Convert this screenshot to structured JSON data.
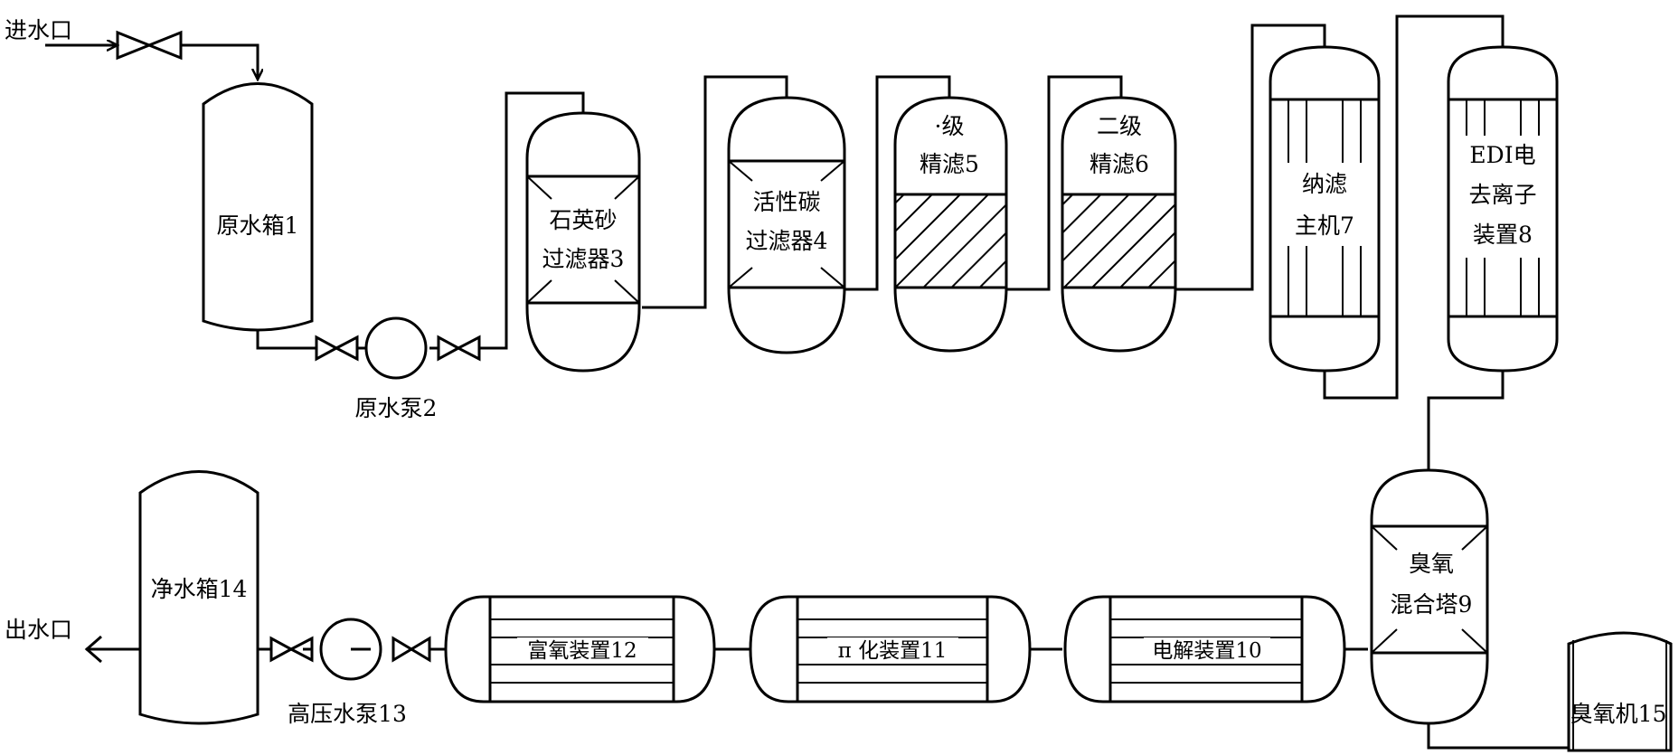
{
  "labels": {
    "inlet": "进水口",
    "outlet": "出水口",
    "raw_tank": "原水箱1",
    "raw_pump": "原水泵2",
    "quartz_1": "石英砂",
    "quartz_2": "过滤器3",
    "carbon_1": "活性碳",
    "carbon_2": "过滤器4",
    "fine1_1": "·级",
    "fine1_2": "精滤5",
    "fine2_1": "二级",
    "fine2_2": "精滤6",
    "nano_1": "纳滤",
    "nano_2": "主机7",
    "edi_1": "EDI电",
    "edi_2": "去离子",
    "edi_3": "装置8",
    "ozone_mix_1": "臭氧",
    "ozone_mix_2": "混合塔9",
    "electrolysis": "电解装置10",
    "pi": "π 化装置11",
    "oxygen": "富氧装置12",
    "hp_pump": "高压水泵13",
    "clean_tank": "净水箱14",
    "ozone_gen": "臭氧机15"
  }
}
